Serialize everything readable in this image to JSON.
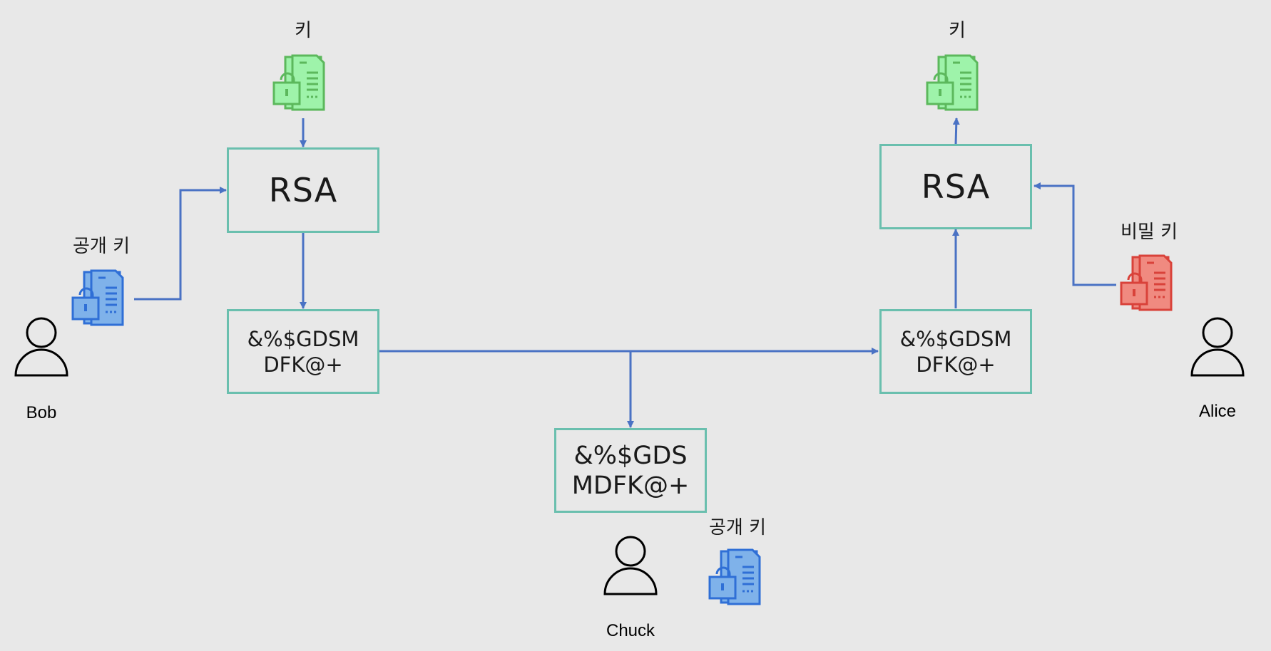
{
  "labels": {
    "left_key": "키",
    "right_key": "키",
    "bob_public_key": "공개 키",
    "alice_private_key": "비밀 키",
    "chuck_public_key": "공개 키"
  },
  "boxes": {
    "left_rsa": "RSA",
    "right_rsa": "RSA",
    "left_cipher": "&%$GDSM\nDFK@+",
    "right_cipher": "&%$GDSM\nDFK@+",
    "chuck_cipher": "&%$GDS\nMDFK@+"
  },
  "people": {
    "bob": "Bob",
    "alice": "Alice",
    "chuck": "Chuck"
  },
  "icons": {
    "key_document_green": "locked-document-icon",
    "public_key_blue": "locked-document-icon",
    "private_key_red": "locked-document-icon",
    "person": "person-icon"
  },
  "colors": {
    "background": "#e8e8e8",
    "box_border": "#6abfae",
    "arrow": "#4a72c4",
    "green_doc": "#9ef3aa",
    "green_doc_stroke": "#5cb85c",
    "blue_doc": "#7fb2ea",
    "blue_doc_stroke": "#2f6fd6",
    "red_doc": "#f08a80",
    "red_doc_stroke": "#d9423a"
  }
}
